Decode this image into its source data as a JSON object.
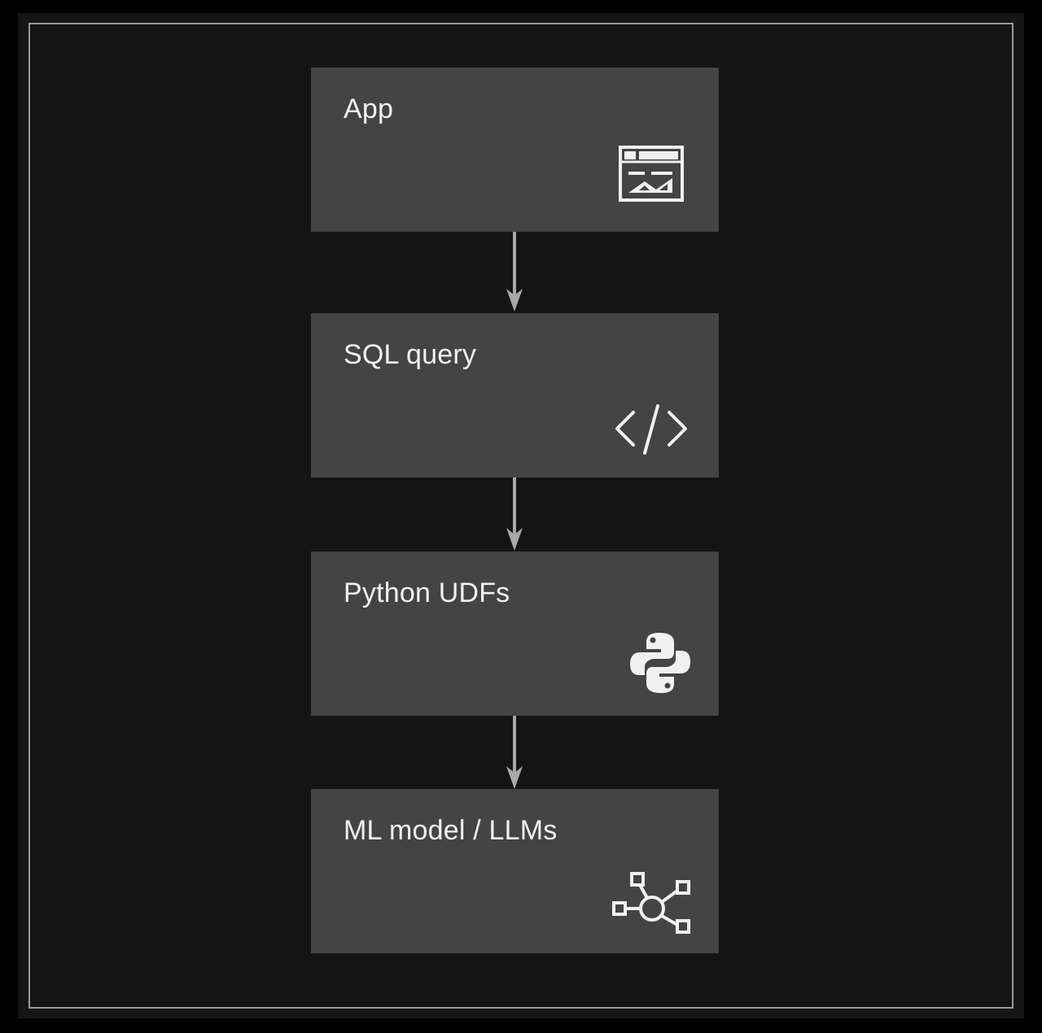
{
  "diagram": {
    "type": "vertical-flow",
    "colors": {
      "background": "#000000",
      "panel": "#161616",
      "frame_border": "#9a9a9a",
      "node_fill": "#444444",
      "text": "#f0f0f0",
      "arrow": "#a8a8a8"
    },
    "nodes": [
      {
        "label": "App",
        "icon": "app-window-icon"
      },
      {
        "label": "SQL query",
        "icon": "code-icon"
      },
      {
        "label": "Python UDFs",
        "icon": "python-icon"
      },
      {
        "label": "ML model / LLMs",
        "icon": "network-icon"
      }
    ],
    "edges": [
      {
        "from": "App",
        "to": "SQL query"
      },
      {
        "from": "SQL query",
        "to": "Python UDFs"
      },
      {
        "from": "Python UDFs",
        "to": "ML model / LLMs"
      }
    ]
  }
}
